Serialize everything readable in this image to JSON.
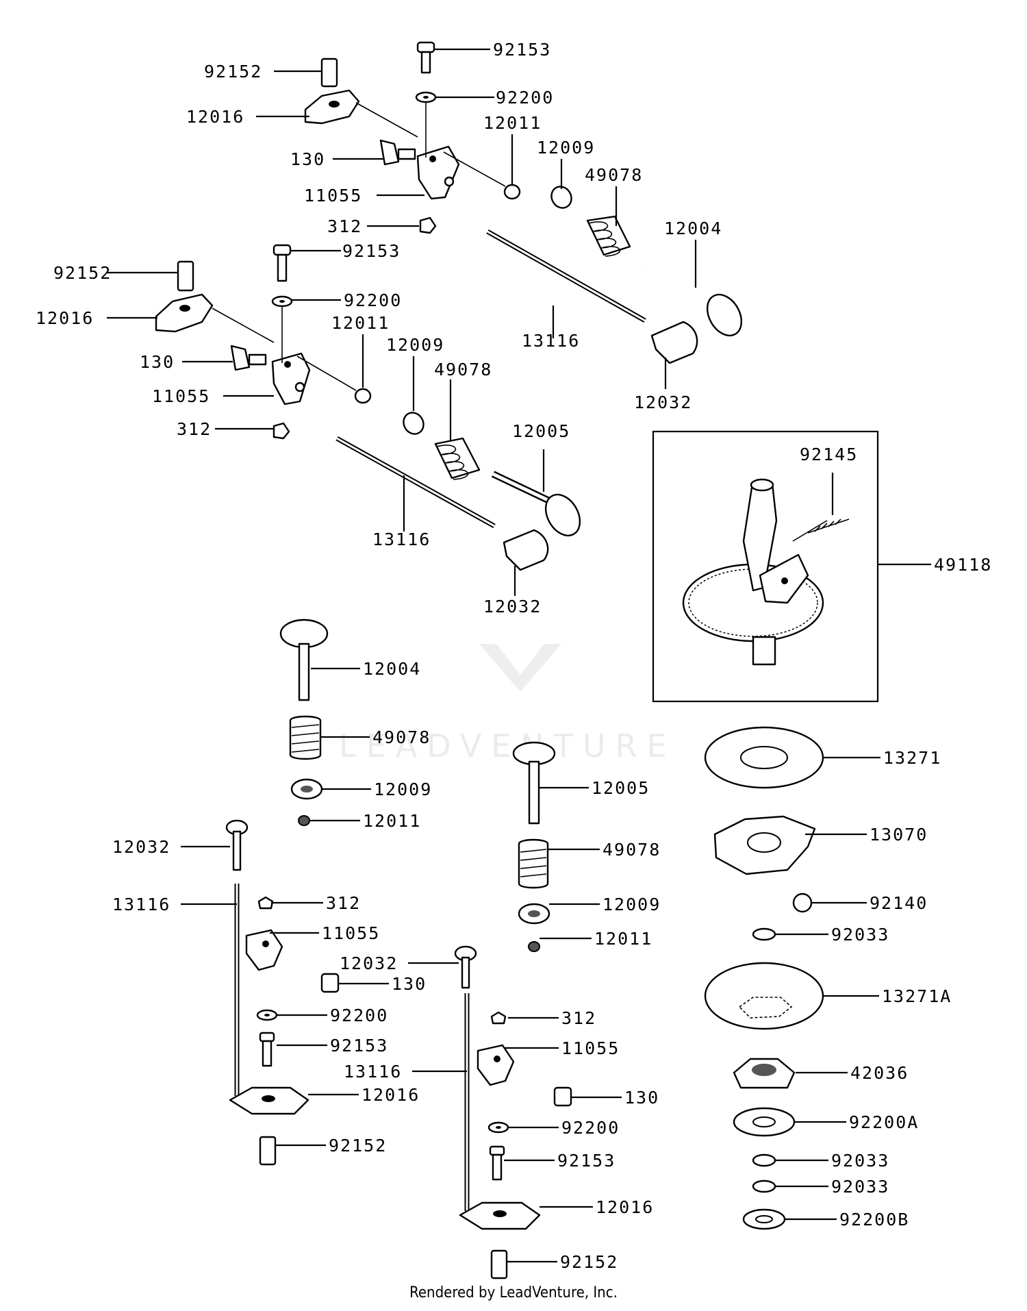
{
  "watermark": "LEADVENTURE",
  "footer": "Rendered by LeadVenture, Inc.",
  "labels": [
    "92153",
    "92200",
    "92152",
    "12016",
    "12011",
    "130",
    "12009",
    "49078",
    "11055",
    "312",
    "12004",
    "92153",
    "92152",
    "92200",
    "12016",
    "12011",
    "130",
    "13116",
    "12009",
    "49078",
    "11055",
    "12032",
    "312",
    "12005",
    "92145",
    "13116",
    "49118",
    "12032",
    "12004",
    "49078",
    "13271",
    "12009",
    "12005",
    "12011",
    "13070",
    "12032",
    "49078",
    "13116",
    "312",
    "12009",
    "92140",
    "11055",
    "12011",
    "92033",
    "12032",
    "130",
    "13271A",
    "92200",
    "92153",
    "312",
    "11055",
    "42036",
    "13116",
    "12016",
    "130",
    "92200A",
    "92200",
    "92152",
    "92153",
    "92033",
    "92033",
    "12016",
    "92200B",
    "92152"
  ],
  "group_label": "49118"
}
